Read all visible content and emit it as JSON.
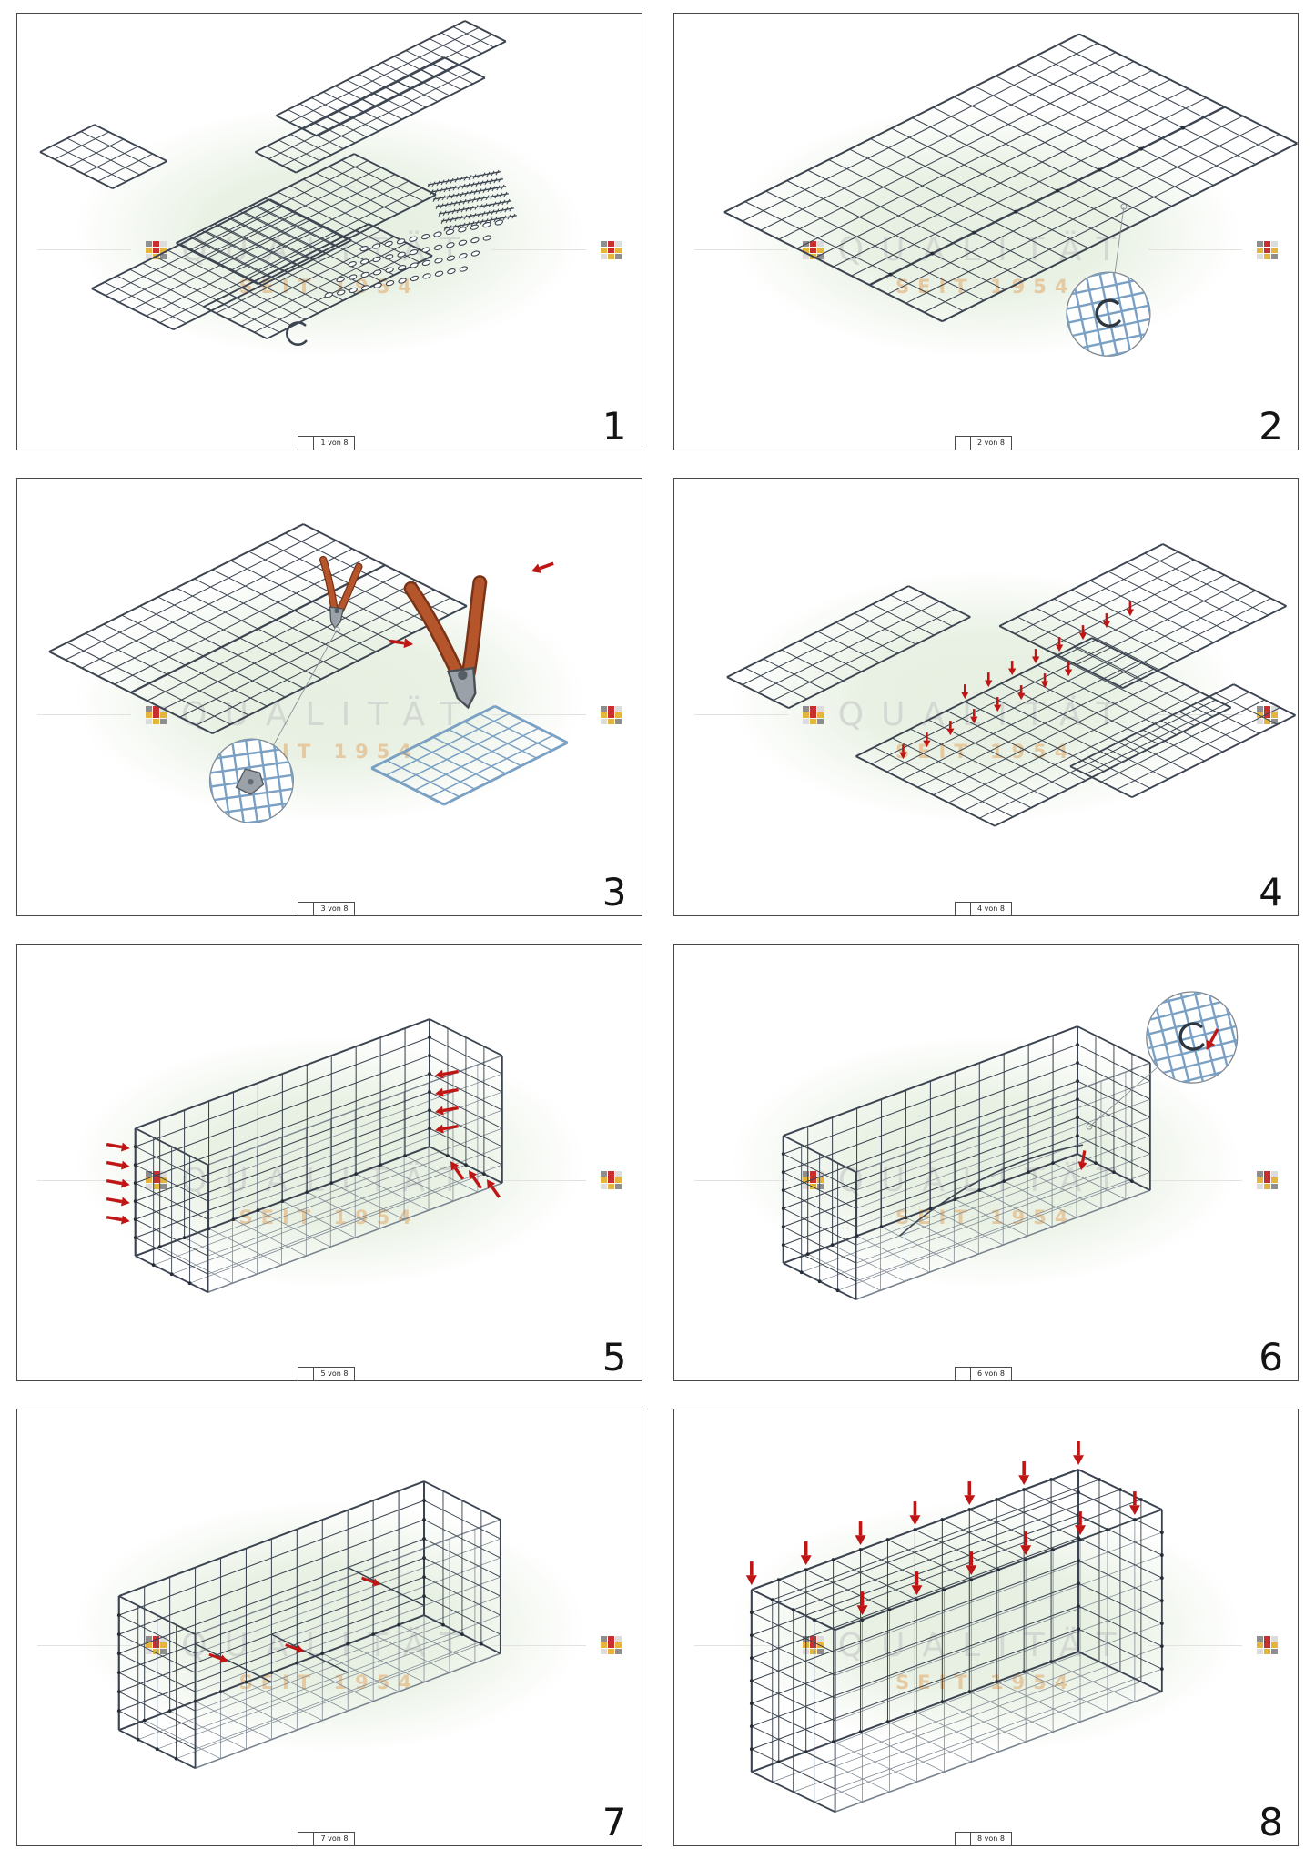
{
  "watermark": {
    "brand": "QUALITÄT",
    "since": "SEIT 1954"
  },
  "panels": [
    {
      "step": "1",
      "sheet": "1 von 8"
    },
    {
      "step": "2",
      "sheet": "2 von 8"
    },
    {
      "step": "3",
      "sheet": "3 von 8"
    },
    {
      "step": "4",
      "sheet": "4 von 8"
    },
    {
      "step": "5",
      "sheet": "5 von 8"
    },
    {
      "step": "6",
      "sheet": "6 von 8"
    },
    {
      "step": "7",
      "sheet": "7 von 8"
    },
    {
      "step": "8",
      "sheet": "8 von 8"
    }
  ],
  "colors": {
    "mesh": "#3b4450",
    "mesh_mid": "#7b8590",
    "detail_blue": "#7aa0c4",
    "arrow_red": "#c01515",
    "tool_handle": "#b5552c",
    "tool_metal": "#9aa1a9",
    "watermark_green": "#e7f0e2",
    "watermark_gray": "#d6d9d5",
    "watermark_gold": "#e5c9a0"
  }
}
